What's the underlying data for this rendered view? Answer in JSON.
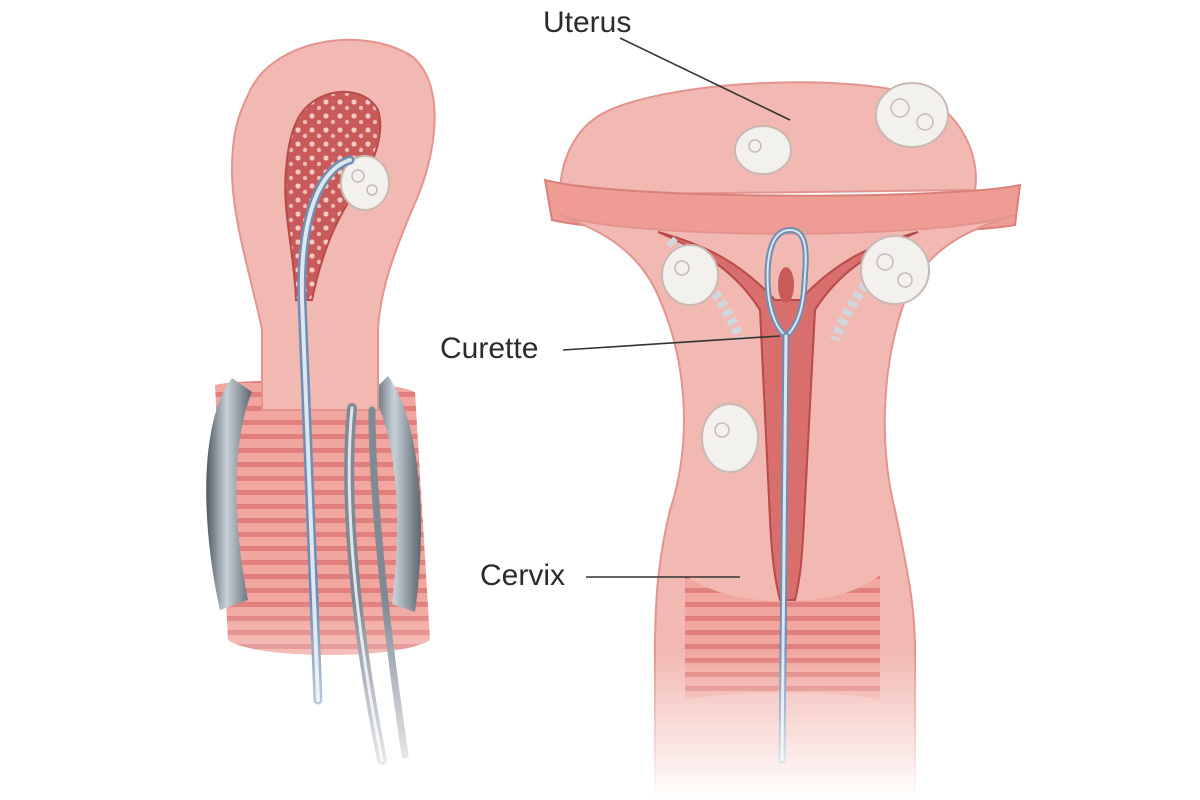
{
  "labels": {
    "uterus": "Uterus",
    "curette": "Curette",
    "cervix": "Cervix"
  },
  "colors": {
    "tissue": "#f2b8b2",
    "tissue_dark": "#e48f8a",
    "cavity": "#d96f6c",
    "lining": "#b94a4a",
    "vaginal_wall": "#ef9c95",
    "instrument": "#8f9aa5",
    "instrument_light": "#dfe6ec",
    "instrument_blue": "#6d8fb5",
    "follicle": "#f3f1ee",
    "leader_line": "#333333"
  }
}
